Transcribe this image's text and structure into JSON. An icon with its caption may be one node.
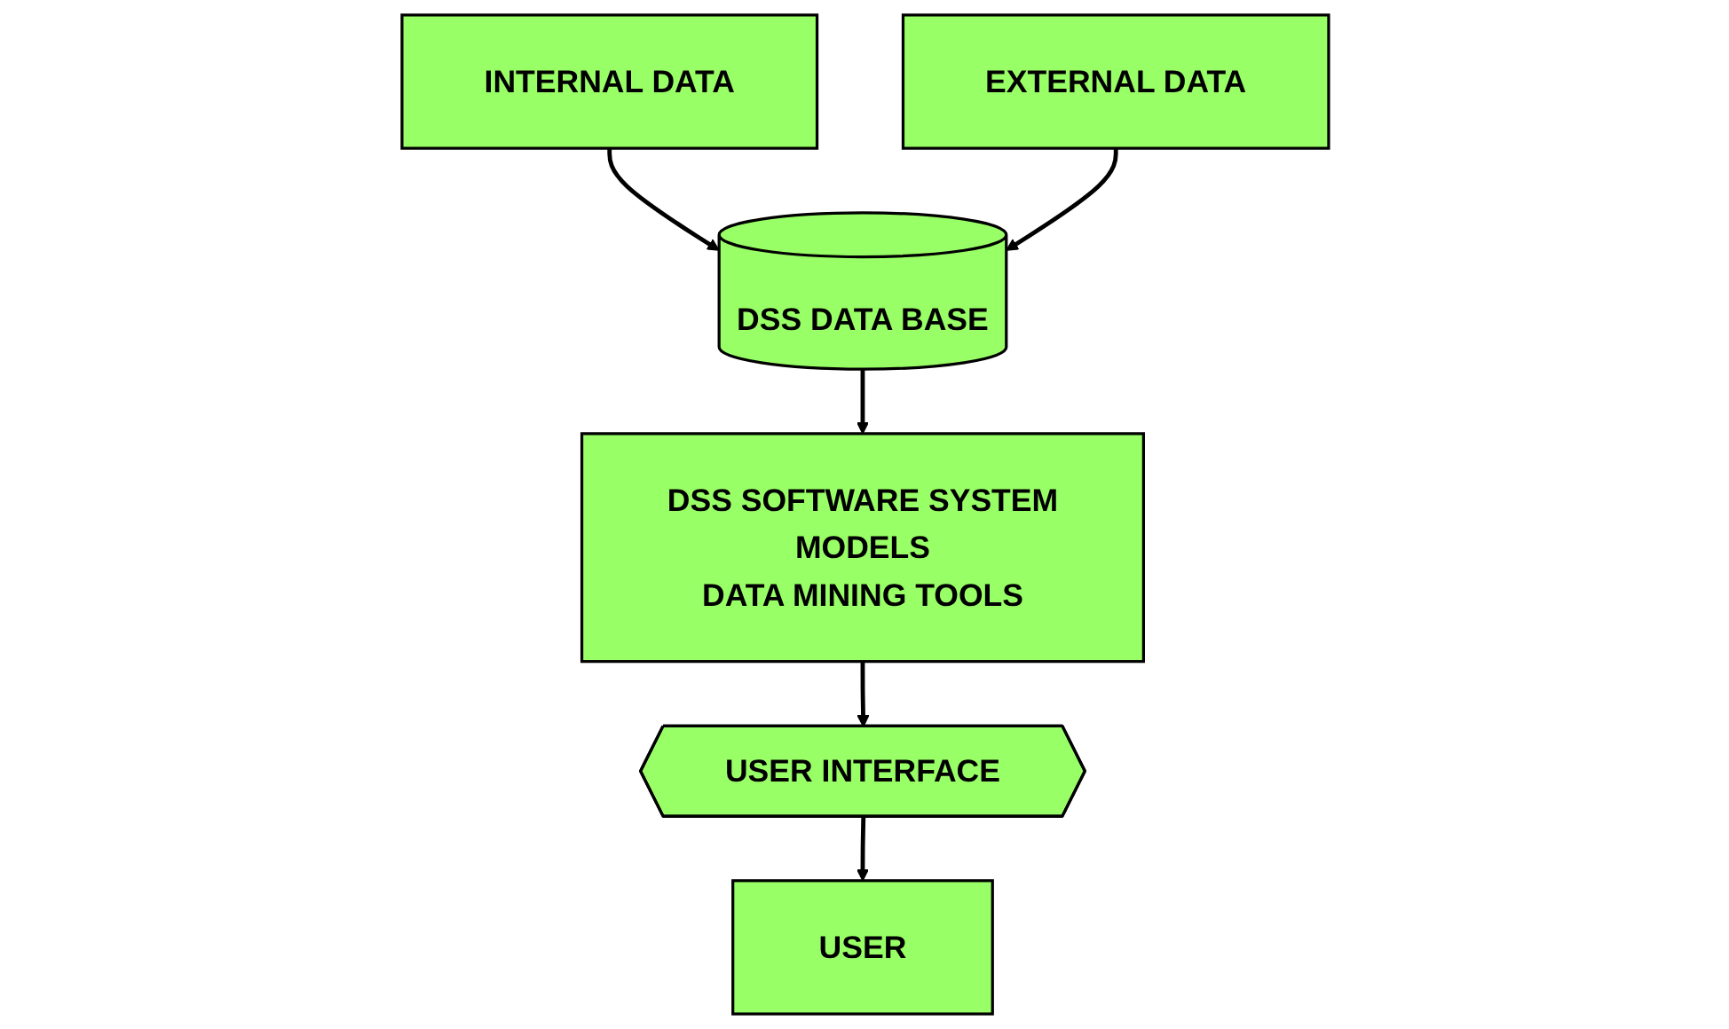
{
  "diagram": {
    "nodes": [
      {
        "text": [
          "INTERNAL DATA"
        ]
      },
      {
        "text": [
          "DSS DATA BASE"
        ]
      },
      {
        "text": [
          "EXTERNAL DATA"
        ]
      },
      {
        "text": [
          "DSS SOFTWARE SYSTEM",
          "MODELS",
          "DATA MINING TOOLS"
        ]
      },
      {
        "text": [
          "USER INTERFACE"
        ]
      },
      {
        "text": [
          "USER"
        ]
      }
    ],
    "edges": [
      {
        "from": 0,
        "to": 1,
        "arrow": "to"
      },
      {
        "from": 2,
        "to": 1,
        "arrow": "to"
      },
      {
        "from": 1,
        "to": 3,
        "arrow": "to"
      },
      {
        "from": 3,
        "to": 4,
        "arrow": "to"
      },
      {
        "from": 4,
        "to": 5,
        "arrow": "to"
      }
    ]
  }
}
